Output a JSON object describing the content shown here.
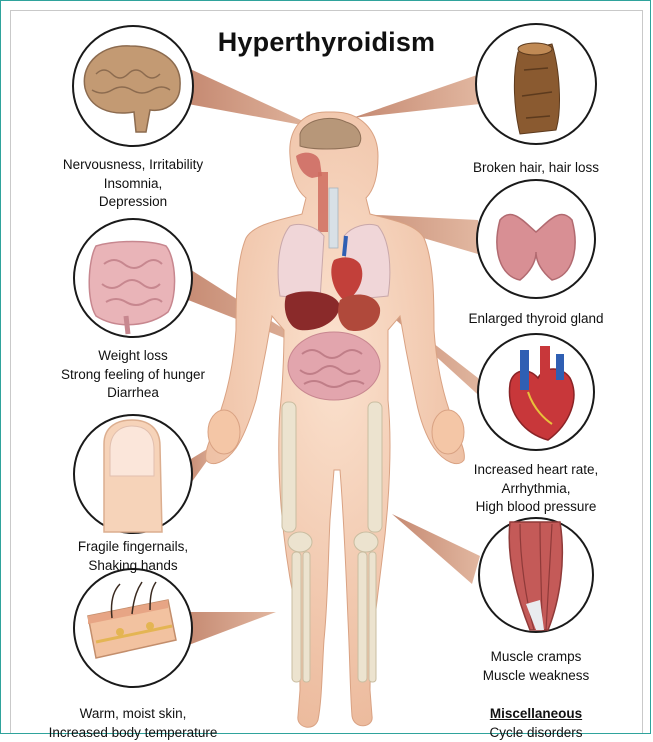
{
  "title": "Hyperthyroidism",
  "symptoms": {
    "brain": [
      "Nervousness, Irritability",
      "Insomnia,",
      "Depression"
    ],
    "hair": [
      "Broken hair, hair loss"
    ],
    "intestine": [
      "Weight loss",
      "Strong feeling of hunger",
      "Diarrhea"
    ],
    "thyroid": [
      "Enlarged thyroid gland"
    ],
    "heart": [
      "Increased heart rate,",
      "Arrhythmia,",
      "High blood pressure"
    ],
    "nail": [
      "Fragile fingernails,",
      "Shaking hands"
    ],
    "muscle": [
      "Muscle cramps",
      "Muscle weakness"
    ],
    "skin": [
      "Warm, moist skin,",
      "Increased body temperature"
    ],
    "misc_heading": "Miscellaneous",
    "misc_items": [
      "Cycle disorders"
    ]
  },
  "icons": [
    "brain-illustration",
    "hair-strand-illustration",
    "intestine-illustration",
    "thyroid-gland-illustration",
    "heart-illustration",
    "fingernail-illustration",
    "muscle-illustration",
    "skin-layers-illustration",
    "human-body-illustration"
  ],
  "colors": {
    "border": "#2fa39c",
    "skin": "#f5cdb0",
    "pointer": "#c98a6c",
    "organ_red": "#c2403a"
  }
}
